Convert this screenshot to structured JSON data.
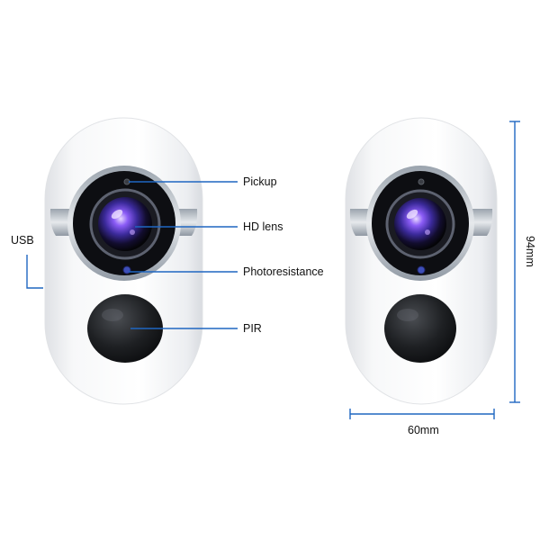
{
  "labels": {
    "pickup": "Pickup",
    "hd_lens": "HD lens",
    "photoresistance": "Photoresistance",
    "pir": "PIR",
    "usb": "USB"
  },
  "dimensions": {
    "height": "94mm",
    "width": "60mm"
  },
  "colors": {
    "callout_line": "#1f66c1",
    "dimension_line": "#1f66c1",
    "camera_body": "#f4f5f7",
    "lens_iris": "#5c3fd0"
  }
}
